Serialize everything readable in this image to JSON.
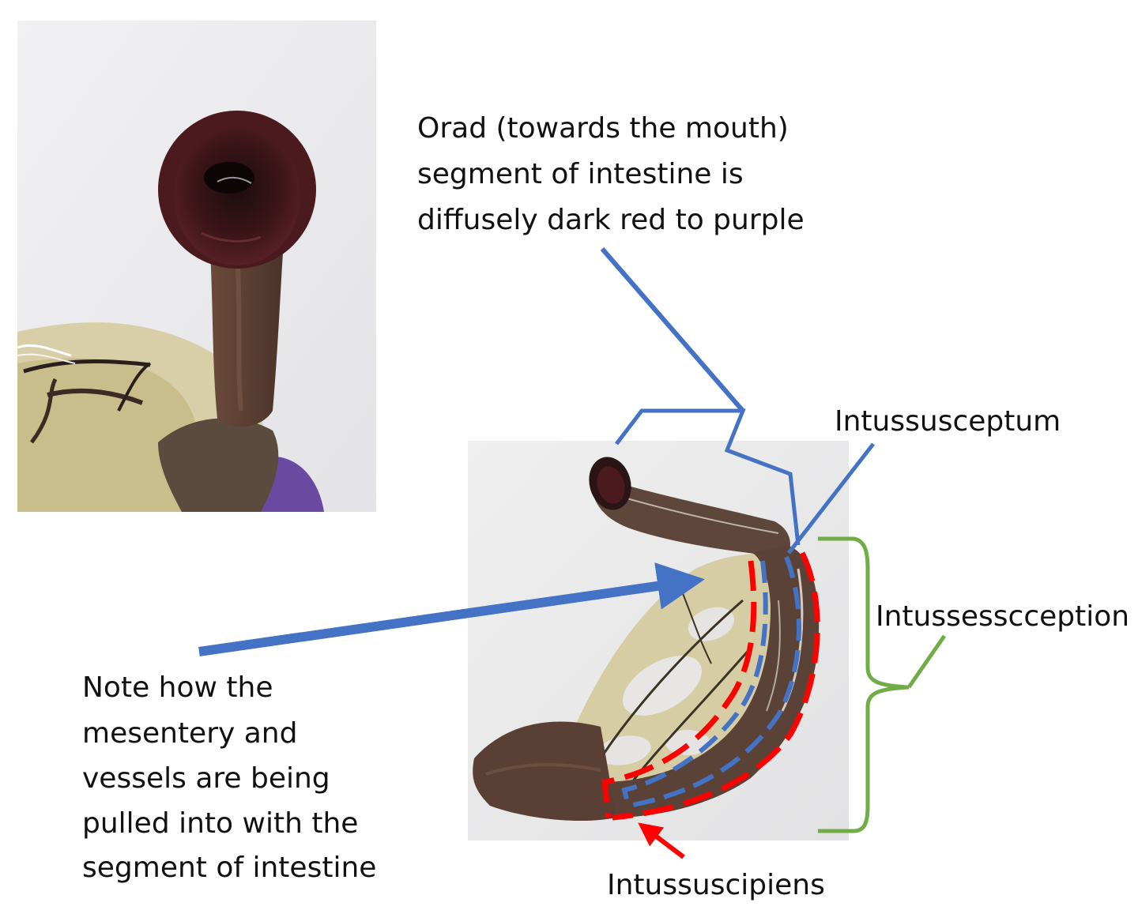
{
  "annotations": {
    "orad_line1": "Orad (towards the mouth)",
    "orad_line2": "segment of intestine is",
    "orad_line3": "diffusely dark red to purple",
    "intussusceptum": "Intussusceptum",
    "intussesception": "Intussesscception",
    "intussuscipiens": "Intussuscipiens",
    "note_line1": "Note how the",
    "note_line2": "mesentery and",
    "note_line3": "vessels are being",
    "note_line4": "pulled into with the",
    "note_line5": "segment of intestine"
  },
  "colors": {
    "blue": "#4472c4",
    "red": "#ff0000",
    "green": "#70ad47"
  }
}
